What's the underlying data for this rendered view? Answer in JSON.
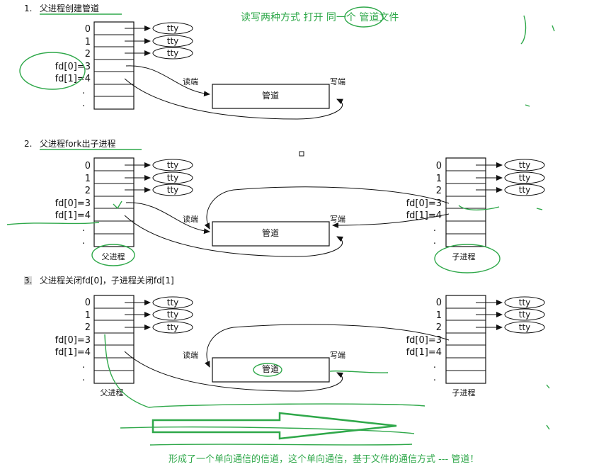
{
  "sections": [
    {
      "number": "1.",
      "title": "父进程创建管道"
    },
    {
      "number": "2.",
      "title": "父进程fork出子进程"
    },
    {
      "number": "3.",
      "title": "父进程关闭fd[0]，子进程关闭fd[1]"
    }
  ],
  "fd_rows": [
    "0",
    "1",
    "2",
    "fd[0]=3",
    "fd[1]=4",
    ".",
    "."
  ],
  "tty_label": "tty",
  "pipe": {
    "label": "管道",
    "read_end": "读端",
    "write_end": "写端"
  },
  "process_labels": {
    "parent": "父进程",
    "child": "子进程"
  },
  "annotations": {
    "top_note": "读写两种方式  打开  同一个  管道文件",
    "bottom_note": "形成了一个单向通信的信道，这个单向通信，基于文件的通信方式 --- 管道！"
  },
  "colors": {
    "ink": "#111111",
    "annotation": "#2fa84a",
    "highlight": "#d9d9d9"
  }
}
